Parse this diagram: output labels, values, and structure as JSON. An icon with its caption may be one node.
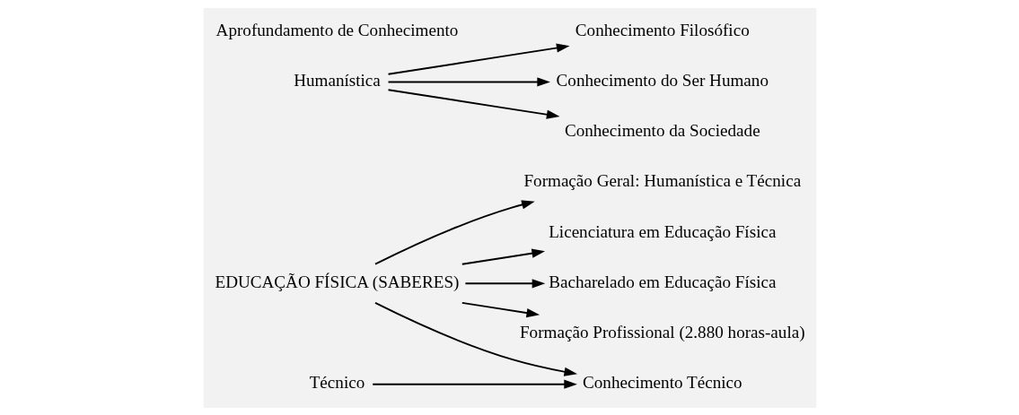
{
  "diagram": {
    "nodes": [
      {
        "text": [
          "EDUCAÇÃO FÍSICA (SABERES)"
        ]
      },
      {
        "text": [
          "Formação Geral: Humanística e Técnica"
        ]
      },
      {
        "text": [
          "Licenciatura em Educação Física"
        ]
      },
      {
        "text": [
          "Bacharelado em Educação Física"
        ]
      },
      {
        "text": [
          "Formação Profissional (2.880 horas-aula)"
        ]
      },
      {
        "text": [
          "Humanística"
        ]
      },
      {
        "text": [
          "Conhecimento Filosófico"
        ]
      },
      {
        "text": [
          "Conhecimento do Ser Humano"
        ]
      },
      {
        "text": [
          "Conhecimento da Sociedade"
        ]
      },
      {
        "text": [
          "Técnico"
        ]
      },
      {
        "text": [
          "Conhecimento Técnico"
        ]
      },
      {
        "text": [
          "Aprofundamento de Conhecimento"
        ]
      }
    ],
    "edges": [
      {
        "from": 0,
        "to": 1,
        "arrow": "to"
      },
      {
        "from": 0,
        "to": 10,
        "arrow": "to"
      },
      {
        "from": 0,
        "to": 4,
        "arrow": "to"
      },
      {
        "from": 0,
        "to": 2,
        "arrow": "to"
      },
      {
        "from": 0,
        "to": 3,
        "arrow": "to"
      },
      {
        "from": 5,
        "to": 6,
        "arrow": "to"
      },
      {
        "from": 5,
        "to": 7,
        "arrow": "to"
      },
      {
        "from": 5,
        "to": 8,
        "arrow": "to"
      },
      {
        "from": 9,
        "to": 10,
        "arrow": "to"
      }
    ]
  }
}
